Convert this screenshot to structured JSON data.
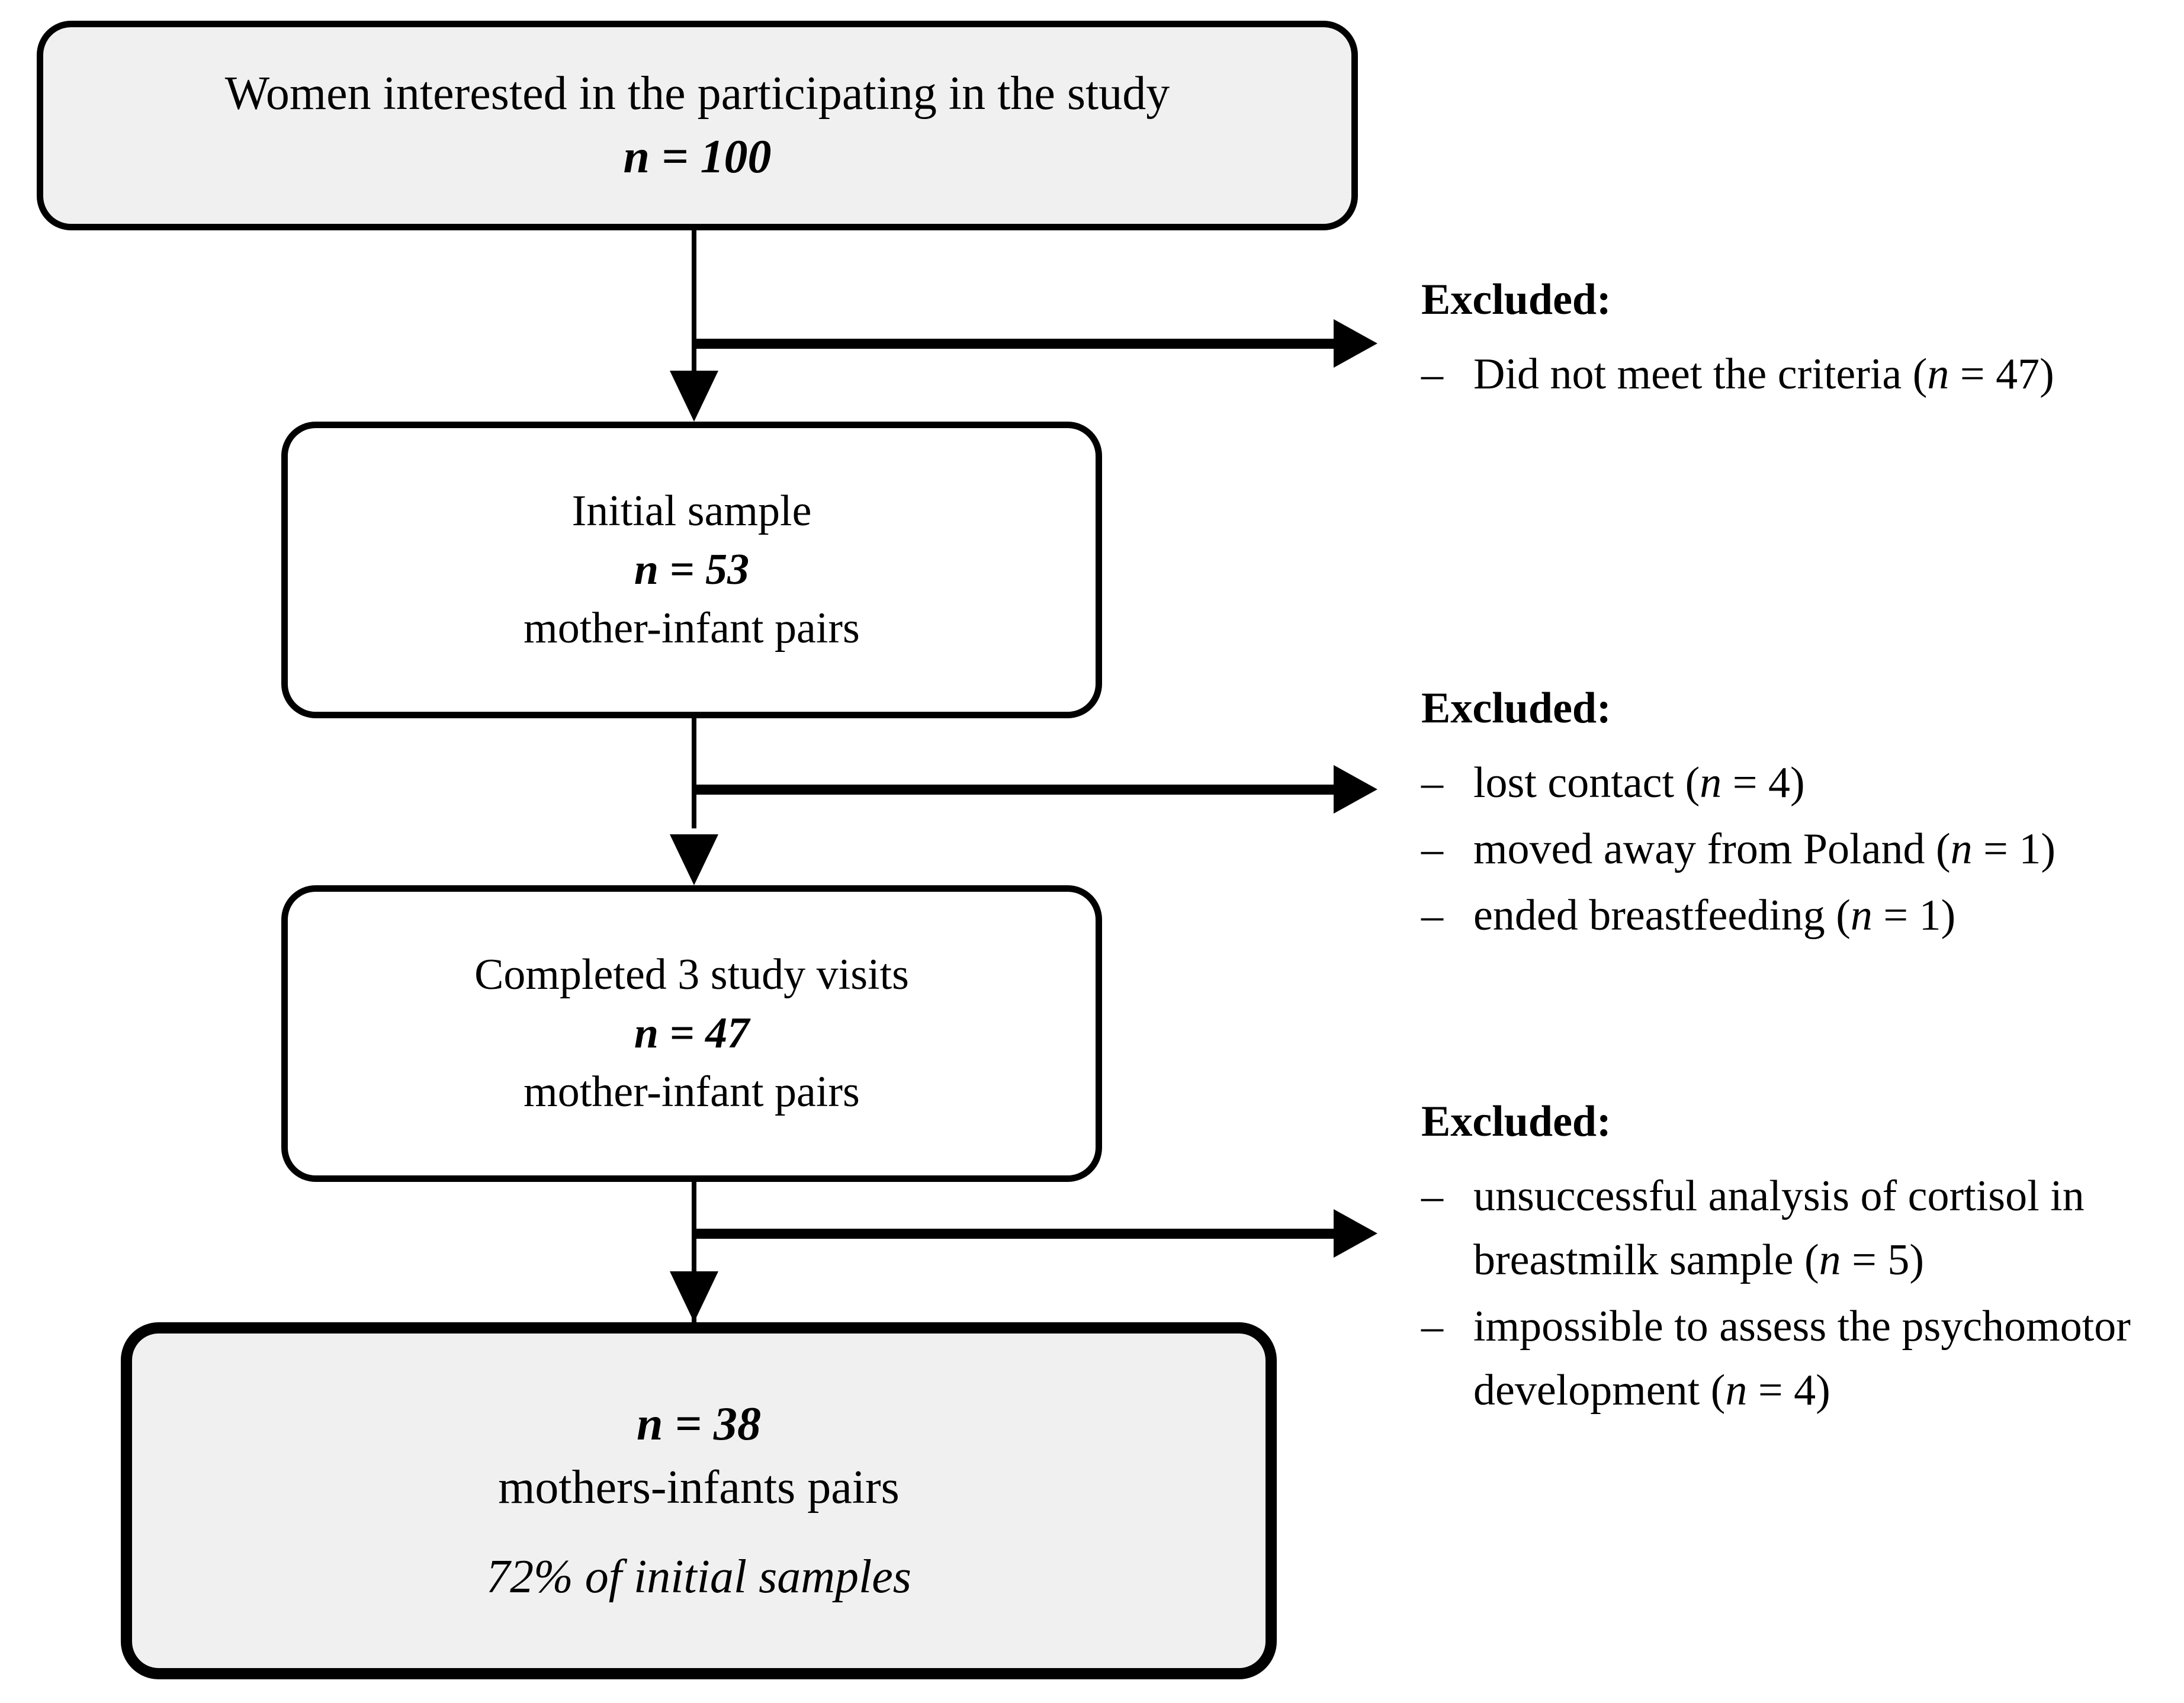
{
  "diagram": {
    "type": "study-participant-flow",
    "nodes": [
      {
        "id": "interested",
        "title": "Women interested in the participating in the study",
        "count_label": "n = 100",
        "n": 100,
        "shaded": true
      },
      {
        "id": "initial",
        "title": "Initial sample",
        "count_label": "n = 53",
        "n": 53,
        "unit": "mother-infant pairs",
        "shaded": false
      },
      {
        "id": "completed",
        "title": "Completed 3 study visits",
        "count_label": "n = 47",
        "n": 47,
        "unit": "mother-infant pairs",
        "shaded": false
      },
      {
        "id": "final",
        "count_label": "n = 38",
        "n": 38,
        "unit": "mothers-infants pairs",
        "note": "72% of initial samples",
        "shaded": true
      }
    ],
    "exclusions": [
      {
        "id": "exclusion-1",
        "title": "Excluded:",
        "items": [
          {
            "dash": "–",
            "text": "Did not meet the criteria (",
            "var": "n",
            "tail": " = 47)",
            "n": 47
          }
        ]
      },
      {
        "id": "exclusion-2",
        "title": "Excluded:",
        "items": [
          {
            "dash": "–",
            "text": "lost contact (",
            "var": "n",
            "tail": " = 4)",
            "n": 4
          },
          {
            "dash": "–",
            "text": "moved away from Poland (",
            "var": "n",
            "tail": " = 1)",
            "n": 1
          },
          {
            "dash": "–",
            "text": "ended breastfeeding (",
            "var": "n",
            "tail": " = 1)",
            "n": 1
          }
        ]
      },
      {
        "id": "exclusion-3",
        "title": "Excluded:",
        "items": [
          {
            "dash": "–",
            "text": "unsuccessful analysis of cortisol in breastmilk sample (",
            "var": "n",
            "tail": " = 5)",
            "n": 5
          },
          {
            "dash": "–",
            "text": "impossible to assess the psychomotor development (",
            "var": "n",
            "tail": " = 4)",
            "n": 4
          }
        ]
      }
    ],
    "colors": {
      "stroke": "#000000",
      "shaded_fill": "#f0f0f0",
      "plain_fill": "#ffffff",
      "background": "#ffffff"
    }
  }
}
